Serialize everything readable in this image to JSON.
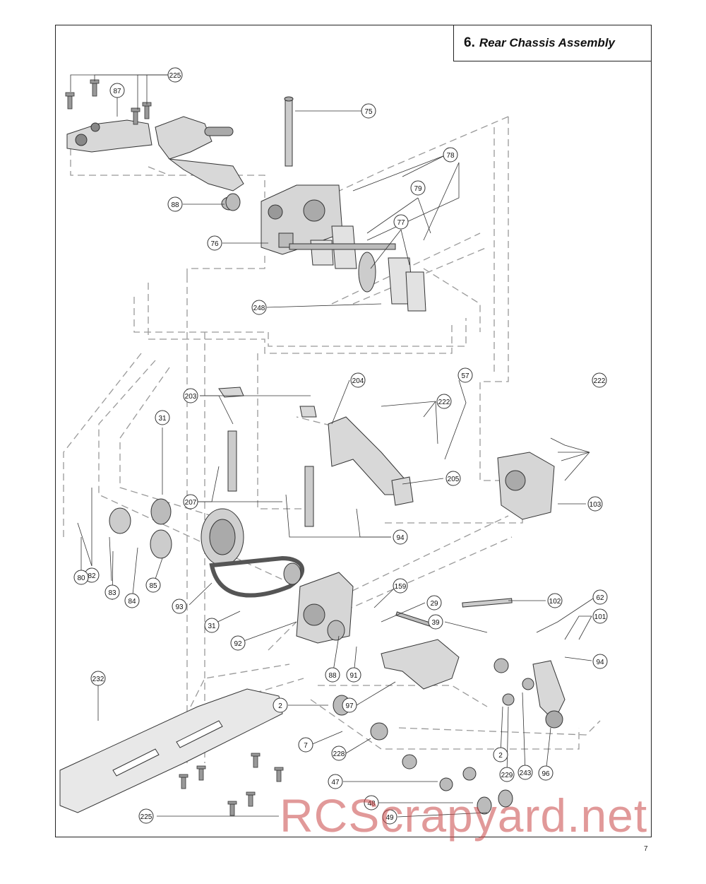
{
  "section": {
    "number": "6.",
    "title": "Rear Chassis Assembly"
  },
  "callouts": [
    {
      "label": "225"
    },
    {
      "label": "87"
    },
    {
      "label": "75"
    },
    {
      "label": "78"
    },
    {
      "label": "79"
    },
    {
      "label": "77"
    },
    {
      "label": "88"
    },
    {
      "label": "76"
    },
    {
      "label": "248"
    },
    {
      "label": "57"
    },
    {
      "label": "204"
    },
    {
      "label": "203"
    },
    {
      "label": "222"
    },
    {
      "label": "222"
    },
    {
      "label": "31"
    },
    {
      "label": "205"
    },
    {
      "label": "207"
    },
    {
      "label": "103"
    },
    {
      "label": "94"
    },
    {
      "label": "82"
    },
    {
      "label": "80"
    },
    {
      "label": "83"
    },
    {
      "label": "84"
    },
    {
      "label": "85"
    },
    {
      "label": "159"
    },
    {
      "label": "93"
    },
    {
      "label": "29"
    },
    {
      "label": "102"
    },
    {
      "label": "62"
    },
    {
      "label": "31"
    },
    {
      "label": "39"
    },
    {
      "label": "101"
    },
    {
      "label": "92"
    },
    {
      "label": "94"
    },
    {
      "label": "88"
    },
    {
      "label": "91"
    },
    {
      "label": "232"
    },
    {
      "label": "97"
    },
    {
      "label": "2"
    },
    {
      "label": "7"
    },
    {
      "label": "228"
    },
    {
      "label": "2"
    },
    {
      "label": "229"
    },
    {
      "label": "243"
    },
    {
      "label": "96"
    },
    {
      "label": "47"
    },
    {
      "label": "48"
    },
    {
      "label": "49"
    },
    {
      "label": "225"
    }
  ],
  "watermark": "RCScrapyard.net",
  "page_number": "7"
}
